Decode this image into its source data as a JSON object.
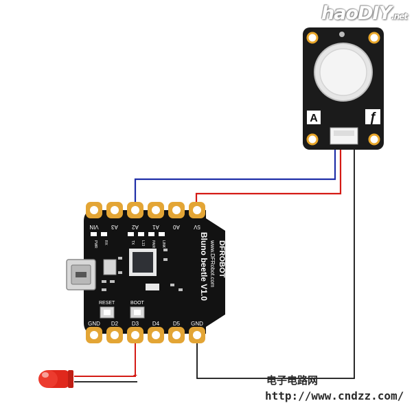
{
  "watermarks": {
    "logo": "haoDIY",
    "logo_suffix": ".net",
    "site_cn": "电子电路网",
    "url": "http://www.cndzz.com/"
  },
  "sensor_module": {
    "letter_a": "A",
    "letter_f": "ƒ"
  },
  "board": {
    "brand": "DFROBOT",
    "url": "www.DFRobot.com",
    "name": "Bluno beetle V1.0",
    "top_pins": [
      "VIN",
      "A3",
      "A2",
      "A1",
      "A0",
      "5V"
    ],
    "bottom_pins": [
      "GND",
      "D2",
      "D3",
      "D4",
      "D5",
      "GND"
    ],
    "led_labels": [
      "PWR",
      "RX",
      "TX",
      "L13",
      "PAIR",
      "LINK"
    ],
    "reset_label": "RESET",
    "boot_label": "BOOT"
  },
  "led": {
    "plus_sign": "+"
  },
  "wire_colors": {
    "signal": "#1f2ea8",
    "power": "#d41a14",
    "ground": "#111111"
  }
}
